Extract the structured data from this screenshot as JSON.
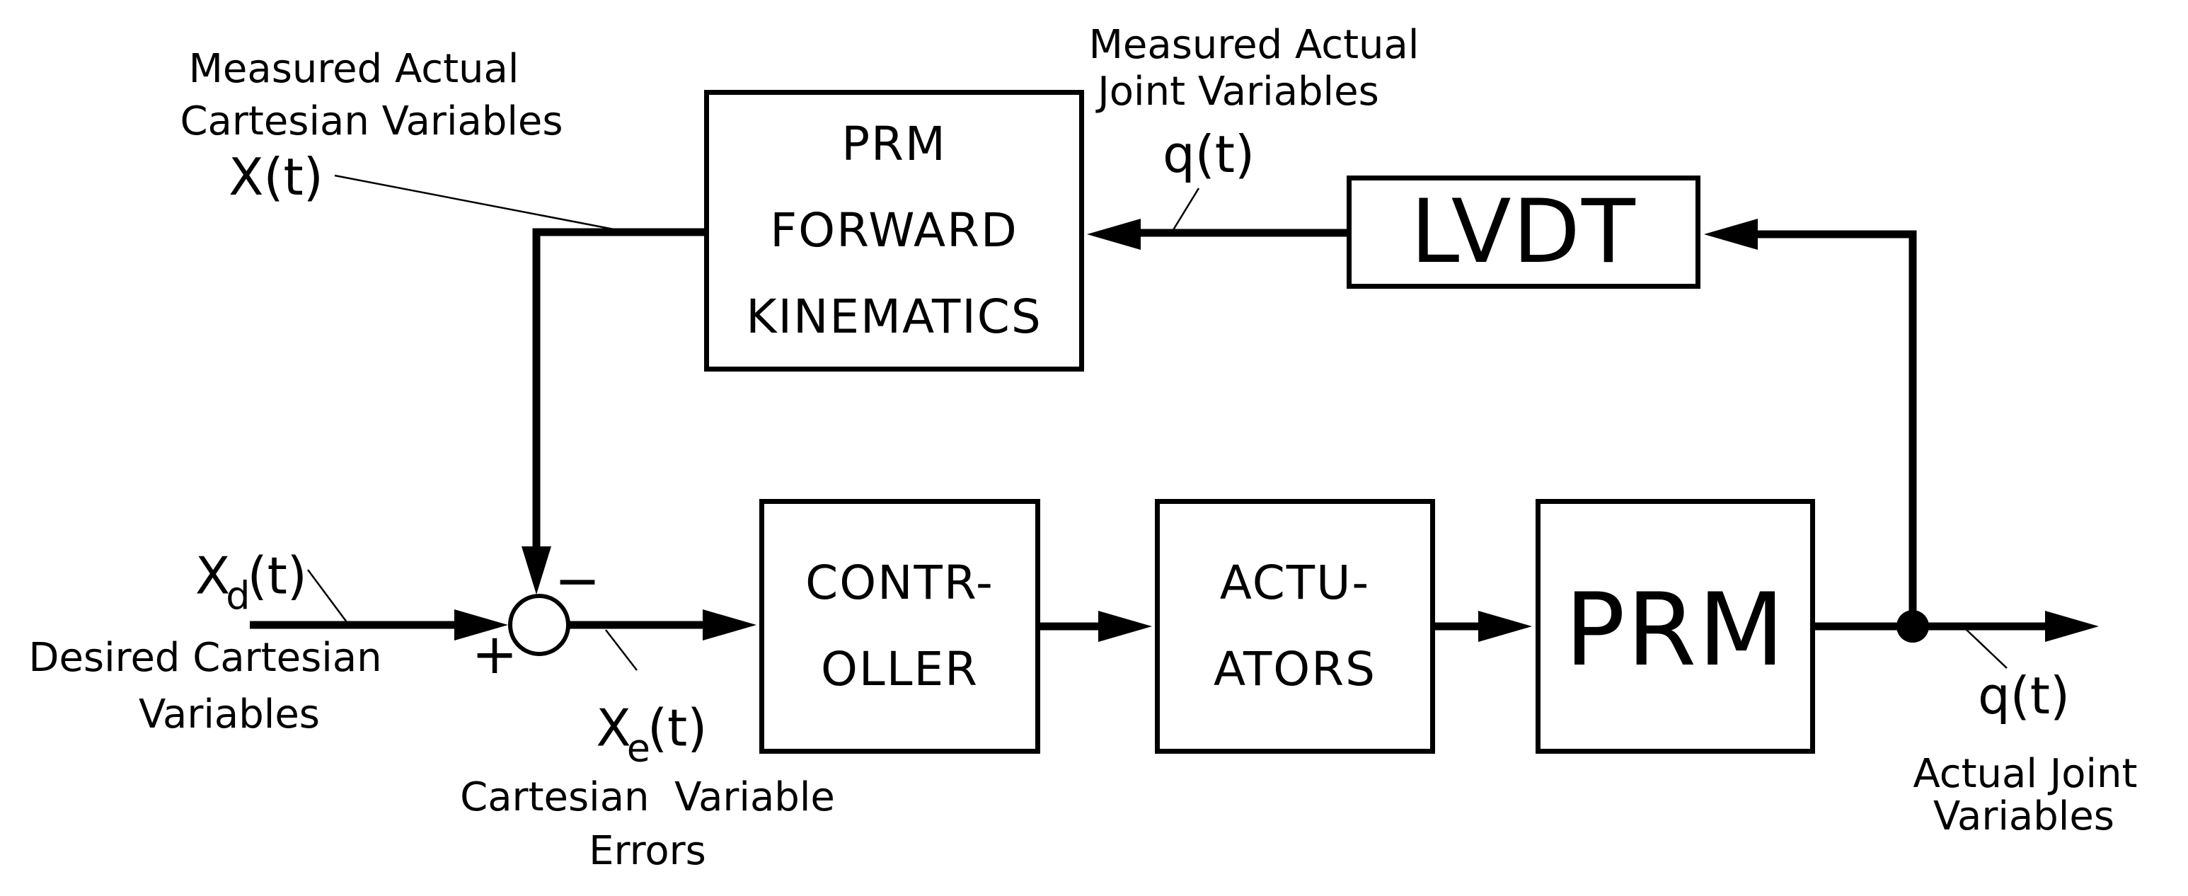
{
  "colors": {
    "ink": "#000000",
    "background": "#ffffff"
  },
  "blocks": {
    "forward_kinematics": {
      "line1": "PRM",
      "line2": "FORWARD",
      "line3": "KINEMATICS"
    },
    "lvdt": {
      "label": "LVDT"
    },
    "controller": {
      "line1": "CONTR-",
      "line2": "OLLER"
    },
    "actuators": {
      "line1": "ACTU-",
      "line2": "ATORS"
    },
    "prm": {
      "label": "PRM"
    }
  },
  "annotations": {
    "measured_cartesian": {
      "line1": "Measured Actual",
      "line2": "Cartesian Variables",
      "signal": "X(t)"
    },
    "measured_joint": {
      "line1": "Measured Actual",
      "line2": "Joint Variables",
      "signal": "q(t)"
    },
    "desired_cartesian": {
      "signal_base": "X",
      "signal_sub": "d",
      "signal_paren": "(t)",
      "line1": "Desired Cartesian",
      "line2": "Variables"
    },
    "cartesian_errors": {
      "signal_base": "X",
      "signal_sub": "e",
      "signal_paren": "(t)",
      "line1": "Cartesian  Variable",
      "line2": "Errors"
    },
    "actual_joint": {
      "signal": "q(t)",
      "line1": "Actual Joint",
      "line2": "Variables"
    },
    "summing": {
      "plus": "+",
      "minus": "−"
    }
  }
}
